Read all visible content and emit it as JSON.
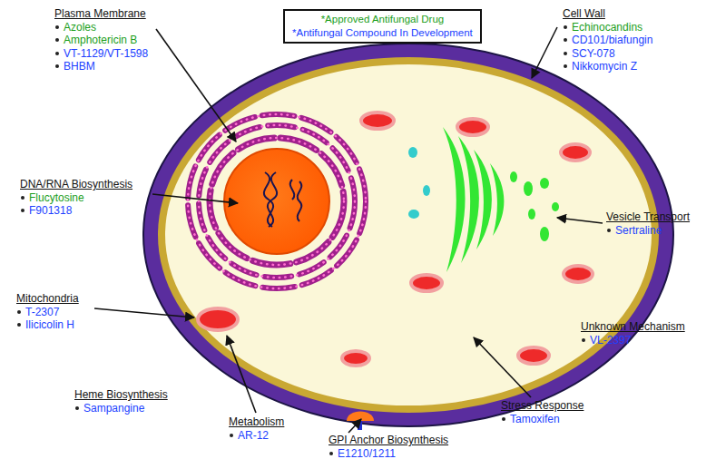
{
  "diagram": {
    "labels": [
      "Plasma Membrane",
      "Azoles",
      "Amphotericin B",
      "VT-1129/VT-1598",
      "BHBM",
      "Cell Wall",
      "Echinocandins",
      "CD101/biafungin",
      "SCY-078",
      "Nikkomycin Z",
      "DNA/RNA Biosynthesis",
      "Flucytosine",
      "F901318",
      "Vesicle Transport",
      "Sertraline",
      "Mitochondria",
      "T-2307",
      "Ilicicolin H",
      "Unknown Mechanism",
      "VL-2397",
      "Heme Biosynthesis",
      "Sampangine",
      "Metabolism",
      "AR-12",
      "GPI Anchor Biosynthesis",
      "E1210/1211",
      "Stress Response",
      "Tamoxifen"
    ],
    "legend": [
      {
        "text": "*Approved Antifungal Drug",
        "color": "#1a9e1a"
      },
      {
        "text": "*Antifungal Compound In Development",
        "color": "#2040ff"
      }
    ]
  }
}
